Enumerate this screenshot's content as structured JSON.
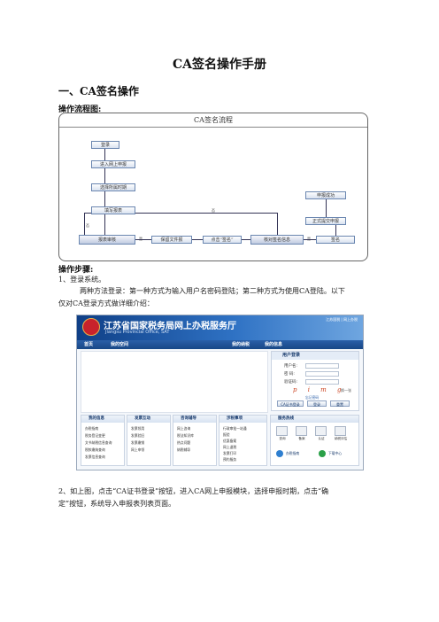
{
  "doc": {
    "title": "CA签名操作手册",
    "section1": "一、CA签名操作",
    "flow_label": "操作流程图:",
    "steps_label": "操作步骤:",
    "step1_title": "1、登录系统。",
    "step1_line1": "两种方法登录：第一种方式为输入用户名密码登陆；第二种方式为使用CA登陆。以下",
    "step1_line2": "仅对CA登录方式做详细介绍：",
    "step2_line1": "2、如上图，点击“CA证书登录”按钮，进入CA网上申报模块，选择申报时期，点击“确",
    "step2_line2": "定”按钮，系统导入申报表列表页面。"
  },
  "flow": {
    "title": "CA签名流程",
    "n1": "登录",
    "n2": "进入网上申报",
    "n3": "选择所属时期",
    "n4": "填写报表",
    "n5": "报表审核",
    "n6": "保留文件报",
    "n7": "点击“签名”",
    "n8": "核对签名信息",
    "n9": "签名",
    "n10": "正式提交申报",
    "n11": "申报成功",
    "yes": "是",
    "no": "否"
  },
  "shot": {
    "site_title": "江苏省国家税务局网上办税服务厅",
    "site_sub": "Jiangsu Provincial Office, SAT",
    "toplinks": "江苏国税 | 网上办税",
    "nav": [
      "首页",
      "我的空间",
      "我的纳税",
      "我的信息"
    ],
    "login_title": "用户登录",
    "field_user": "用户名:",
    "field_pwd": "密  码:",
    "field_code": "验证码:",
    "captcha": "p i m g",
    "captcha_refresh": "换一张",
    "forgot": "忘记密码",
    "btn_ca": "CA证书登录",
    "btn_login": "登录",
    "btn_reset": "重置",
    "panels": [
      {
        "title": "我的信息",
        "items": [
          "办税指南",
          "税务登记变更",
          "文书纳税信息查询",
          "税款缴纳查询",
          "发票信息查询"
        ]
      },
      {
        "title": "发票互动",
        "items": [
          "发票领用",
          "发票验旧",
          "发票缴销",
          "网上申领"
        ]
      },
      {
        "title": "咨询辅导",
        "items": [
          "网上咨询",
          "税法知识库",
          "热点问题",
          "纳税辅导"
        ]
      },
      {
        "title": "涉税事项",
        "items": [
          "行政审批一站通",
          "报验",
          "优惠备案",
          "网上退税",
          "发票打印",
          "预约服务"
        ]
      },
      {
        "title": "服务热线",
        "items": [
          "查询",
          "备案",
          "认证",
          "纳税评估",
          "办税指南",
          "下载中心"
        ]
      }
    ]
  },
  "colors": {
    "banner": "#1f5aa6",
    "nav": "#174786",
    "node_border": "#6a86b0",
    "emblem": "#c8222b"
  }
}
